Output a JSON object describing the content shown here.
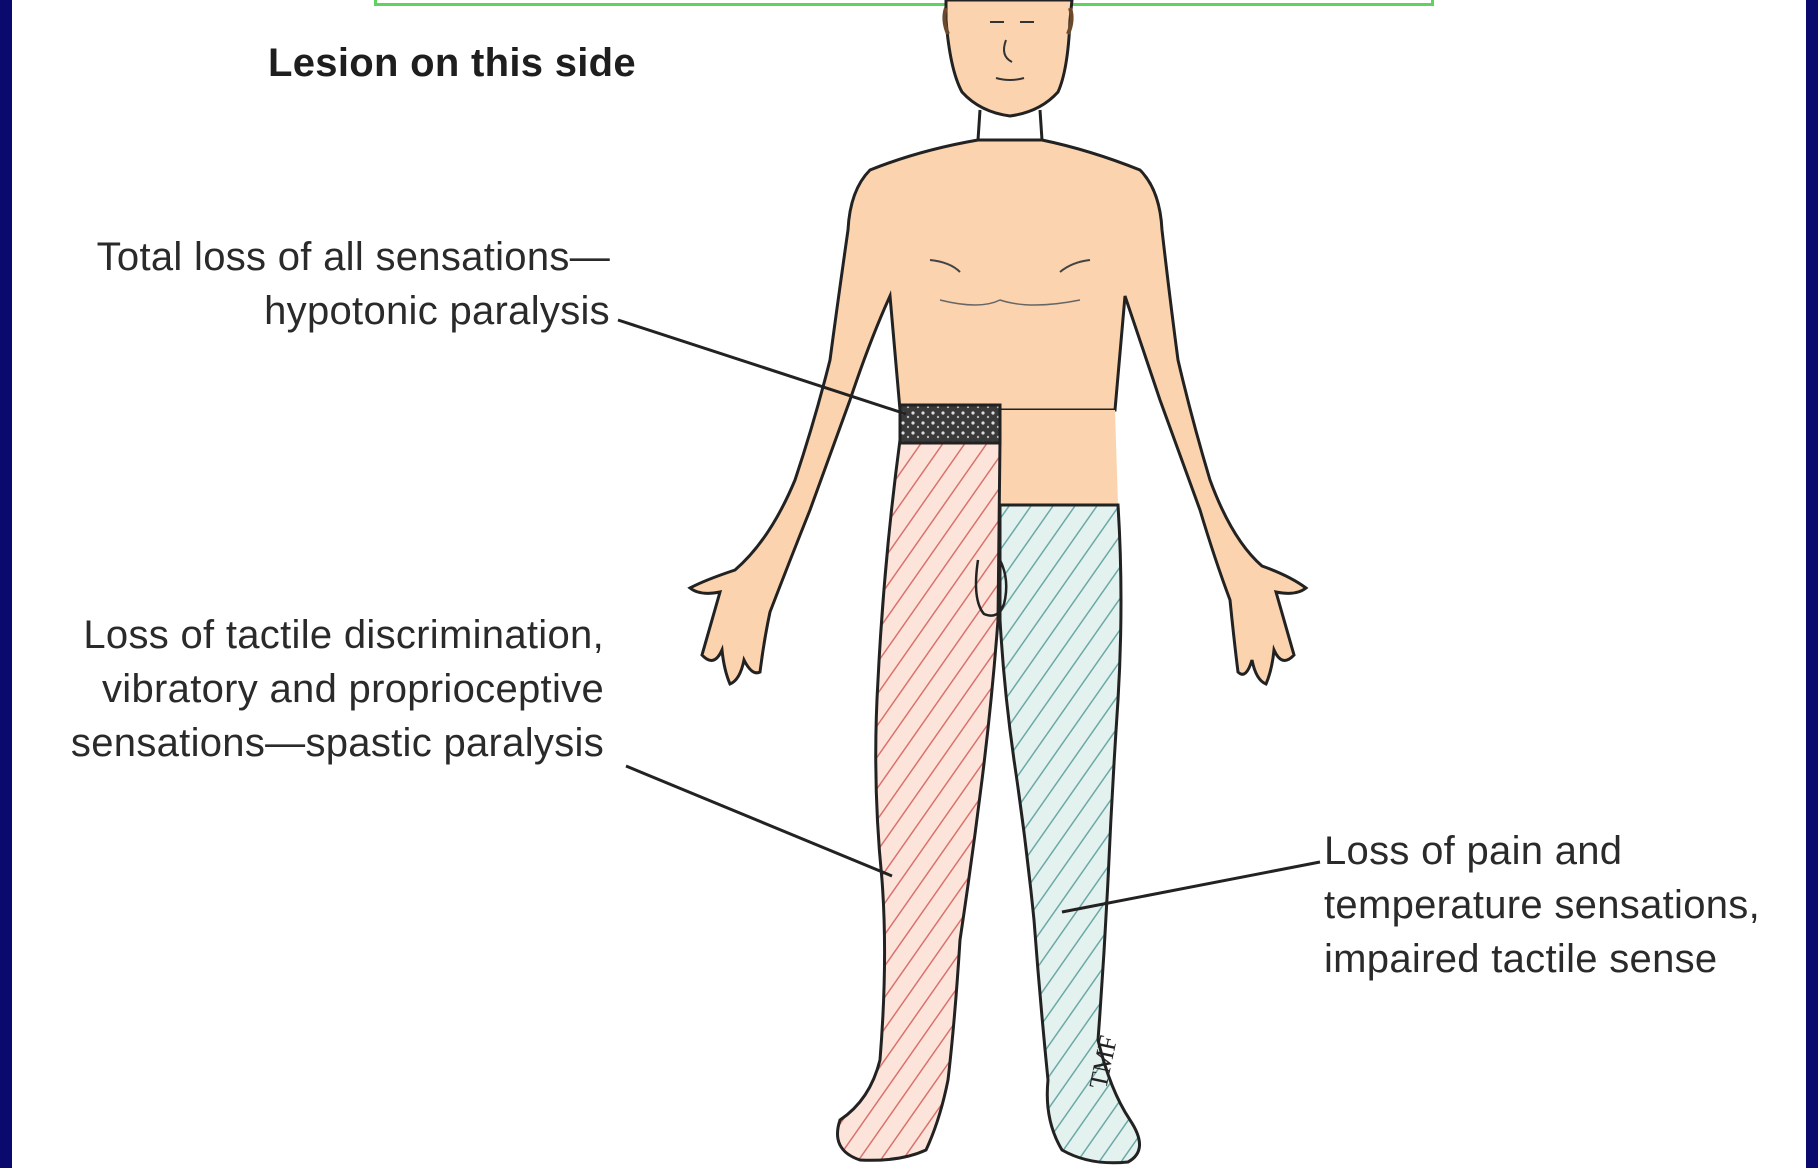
{
  "figure": {
    "heading": "Lesion on this side",
    "signature": "TMF",
    "labels": {
      "total_loss": {
        "line1": "Total loss of all sensations—",
        "line2": "hypotonic paralysis"
      },
      "tactile_loss": {
        "line1": "Loss of tactile discrimination,",
        "line2": "vibratory and proprioceptive",
        "line3": "sensations—spastic paralysis"
      },
      "pain_loss": {
        "line1": "Loss of pain and",
        "line2": "temperature sensations,",
        "line3": "impaired tactile sense"
      }
    }
  },
  "colors": {
    "background": "#0a0a6e",
    "panel": "#ffffff",
    "skin": "#fbd3ae",
    "ipsilateral_hatch": "#d9726c",
    "contralateral_hatch": "#6aa9a8",
    "lesion_band": "#3a3a3a",
    "top_bar": "#5fd35f"
  }
}
